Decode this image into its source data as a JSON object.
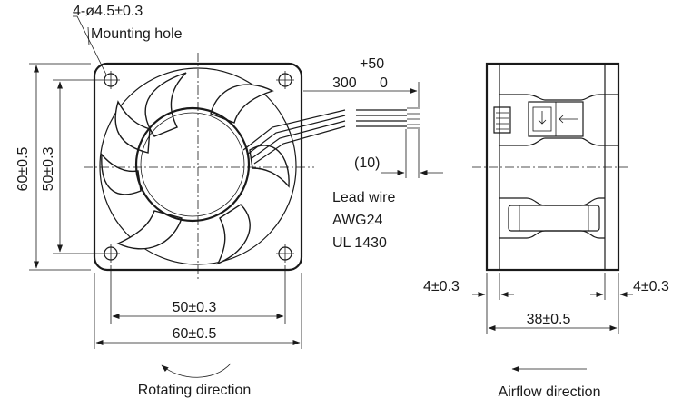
{
  "front_view": {
    "hole_callout": "4-ø4.5±0.3",
    "hole_label": "Mounting hole",
    "height_outer": "60±0.5",
    "height_inner": "50±0.3",
    "width_inner": "50±0.3",
    "width_outer": "60±0.5",
    "rotation_label": "Rotating direction"
  },
  "lead_wire": {
    "tolerance_upper": "+50",
    "length": "300",
    "tolerance_lower": "0",
    "strip_length": "(10)",
    "spec_line1": "Lead wire",
    "spec_line2": "AWG24",
    "spec_line3": "UL 1430"
  },
  "side_view": {
    "flange_left": "4±0.3",
    "flange_right": "4±0.3",
    "depth": "38±0.5",
    "airflow_label": "Airflow direction"
  }
}
